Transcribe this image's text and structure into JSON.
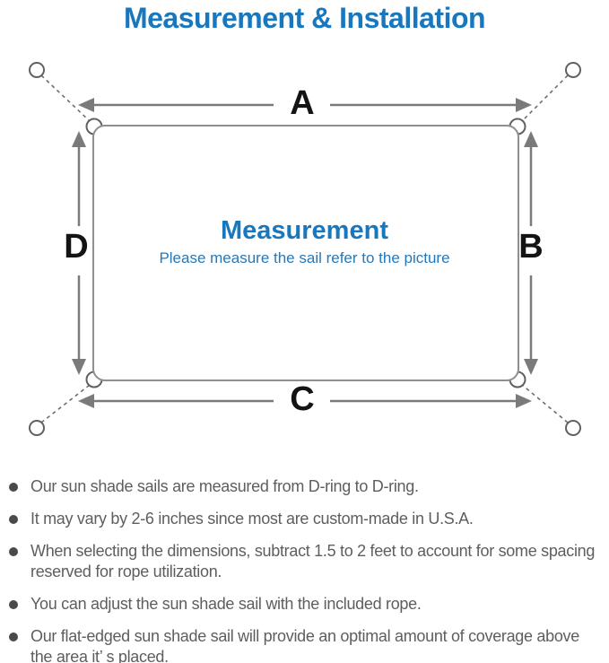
{
  "title": "Measurement & Installation",
  "diagram": {
    "side_labels": {
      "top": "A",
      "right": "B",
      "bottom": "C",
      "left": "D"
    },
    "center_title": "Measurement",
    "center_subtitle": "Please measure the sail refer to the picture"
  },
  "notes": [
    "Our sun shade sails are measured from D-ring to D-ring.",
    "It may vary by 2-6 inches since most are custom-made in U.S.A.",
    "When selecting the dimensions, subtract 1.5 to 2 feet to account for some spacing reserved for rope utilization.",
    "You can adjust the sun shade sail with the included rope.",
    "Our flat-edged sun shade sail will provide an optimal amount of coverage above the area it’ s placed."
  ],
  "colors": {
    "accent_blue": "#1877bd",
    "subtitle_blue": "#2579ba",
    "label_black": "#141414",
    "line_gray": "#7a7a7a",
    "outline_gray": "#8f8f8f",
    "note_text_gray": "#5e5e5e"
  }
}
